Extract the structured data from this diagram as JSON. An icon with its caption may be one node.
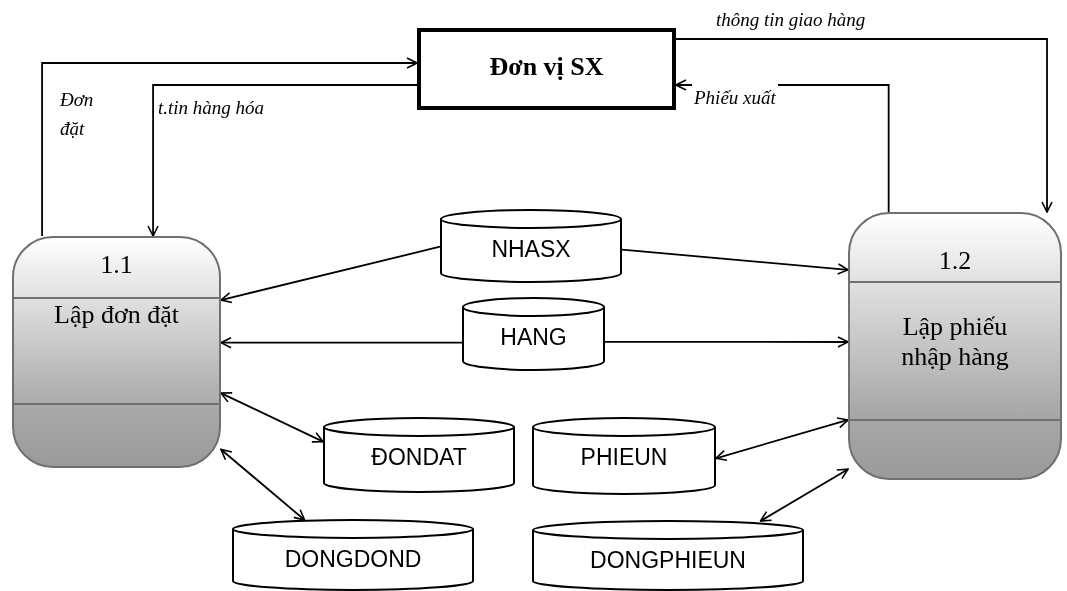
{
  "diagram": {
    "nodes": [
      {
        "text": [
          "Đơn vị SX"
        ]
      },
      {
        "text": [
          "1.1",
          "Lập đơn đặt"
        ]
      },
      {
        "text": [
          "1.2",
          "Lập phiếu nhập hàng"
        ]
      },
      {
        "text": [
          "NHASX"
        ]
      },
      {
        "text": [
          "HANG"
        ]
      },
      {
        "text": [
          "ĐONDAT"
        ]
      },
      {
        "text": [
          "PHIEUN"
        ]
      },
      {
        "text": [
          "DONGDOND"
        ]
      },
      {
        "text": [
          "DONGPHIEUN"
        ]
      }
    ],
    "edges": [
      {
        "from": 1,
        "to": 0,
        "arrow": "to",
        "label": "Đơn đặt"
      },
      {
        "from": 0,
        "to": 1,
        "arrow": "to",
        "label": "t.tin hàng hóa"
      },
      {
        "from": 0,
        "to": 2,
        "arrow": "to",
        "label": "thông tin giao hàng"
      },
      {
        "from": 2,
        "to": 0,
        "arrow": "to",
        "label": "Phiếu xuất"
      },
      {
        "from": 3,
        "to": 1,
        "arrow": "to"
      },
      {
        "from": 3,
        "to": 2,
        "arrow": "to"
      },
      {
        "from": 4,
        "to": 1,
        "arrow": "to"
      },
      {
        "from": 4,
        "to": 2,
        "arrow": "to"
      },
      {
        "from": 1,
        "to": 5,
        "arrow": "both"
      },
      {
        "from": 1,
        "to": 7,
        "arrow": "both"
      },
      {
        "from": 2,
        "to": 6,
        "arrow": "both"
      },
      {
        "from": 2,
        "to": 8,
        "arrow": "both"
      }
    ]
  }
}
